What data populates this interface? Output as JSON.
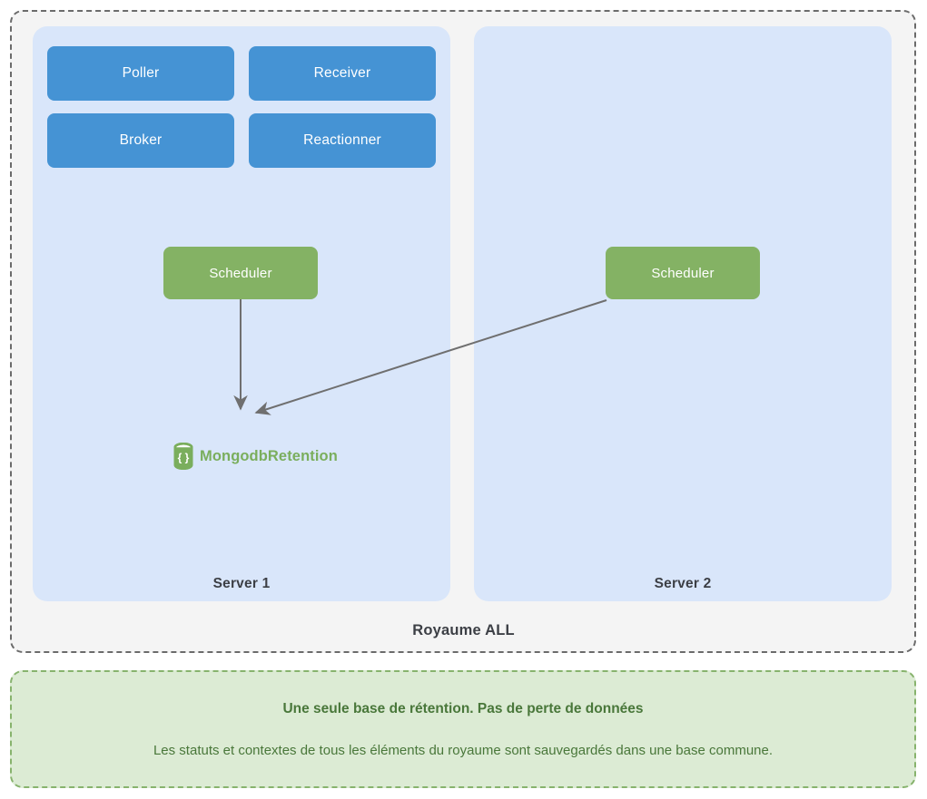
{
  "realm": {
    "label": "Royaume ALL",
    "servers": [
      {
        "id": "server-1",
        "label": "Server 1",
        "daemons": [
          {
            "name": "Poller"
          },
          {
            "name": "Receiver"
          },
          {
            "name": "Broker"
          },
          {
            "name": "Reactionner"
          }
        ],
        "scheduler": {
          "label": "Scheduler"
        },
        "database": {
          "label": "MongodbRetention",
          "icon": "database-cylinder-icon"
        }
      },
      {
        "id": "server-2",
        "label": "Server 2",
        "daemons": [],
        "scheduler": {
          "label": "Scheduler"
        },
        "database": null
      }
    ]
  },
  "connections": [
    {
      "from": "scheduler-server-1",
      "to": "mongodb-retention",
      "style": "solid-arrow"
    },
    {
      "from": "scheduler-server-2",
      "to": "mongodb-retention",
      "style": "solid-arrow"
    }
  ],
  "note": {
    "title": "Une seule base de rétention. Pas de perte de données",
    "body": "Les statuts et contextes de tous les éléments du royaume sont sauvegardés dans une base commune."
  },
  "colors": {
    "daemon_blue": "#4593d4",
    "scheduler_green": "#84b264",
    "server_panel_blue": "#d9e6fa",
    "realm_background": "#f4f4f4",
    "realm_border": "#6b6b6b",
    "note_background": "#dcebd4",
    "note_border": "#87b36d",
    "note_text": "#49773a",
    "db_label_green": "#7aae5d",
    "arrow_gray": "#6f6f6f",
    "label_dark": "#3c3f45"
  }
}
